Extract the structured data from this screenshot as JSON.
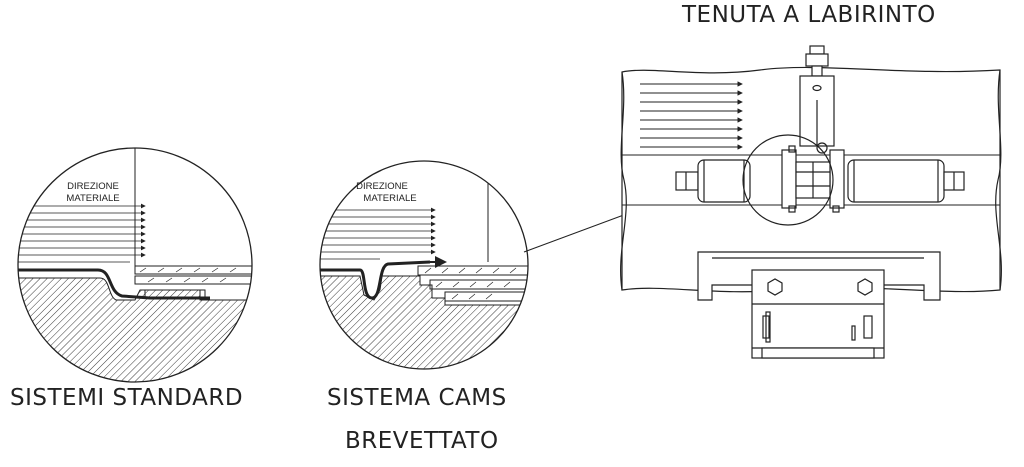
{
  "captions": {
    "standard": "SISTEMI STANDARD",
    "cams_line1": "SISTEMA CAMS",
    "cams_line2": "BREVETTATO",
    "labyrinth": "TENUTA A LABIRINTO"
  },
  "detail_labels": {
    "standard_line1": "DIREZIONE",
    "standard_line2": "MATERIALE",
    "cams_line1": "DIREZIONE",
    "cams_line2": "MATERIALE"
  },
  "colors": {
    "ink": "#1a1a1a",
    "background": "#ffffff"
  }
}
